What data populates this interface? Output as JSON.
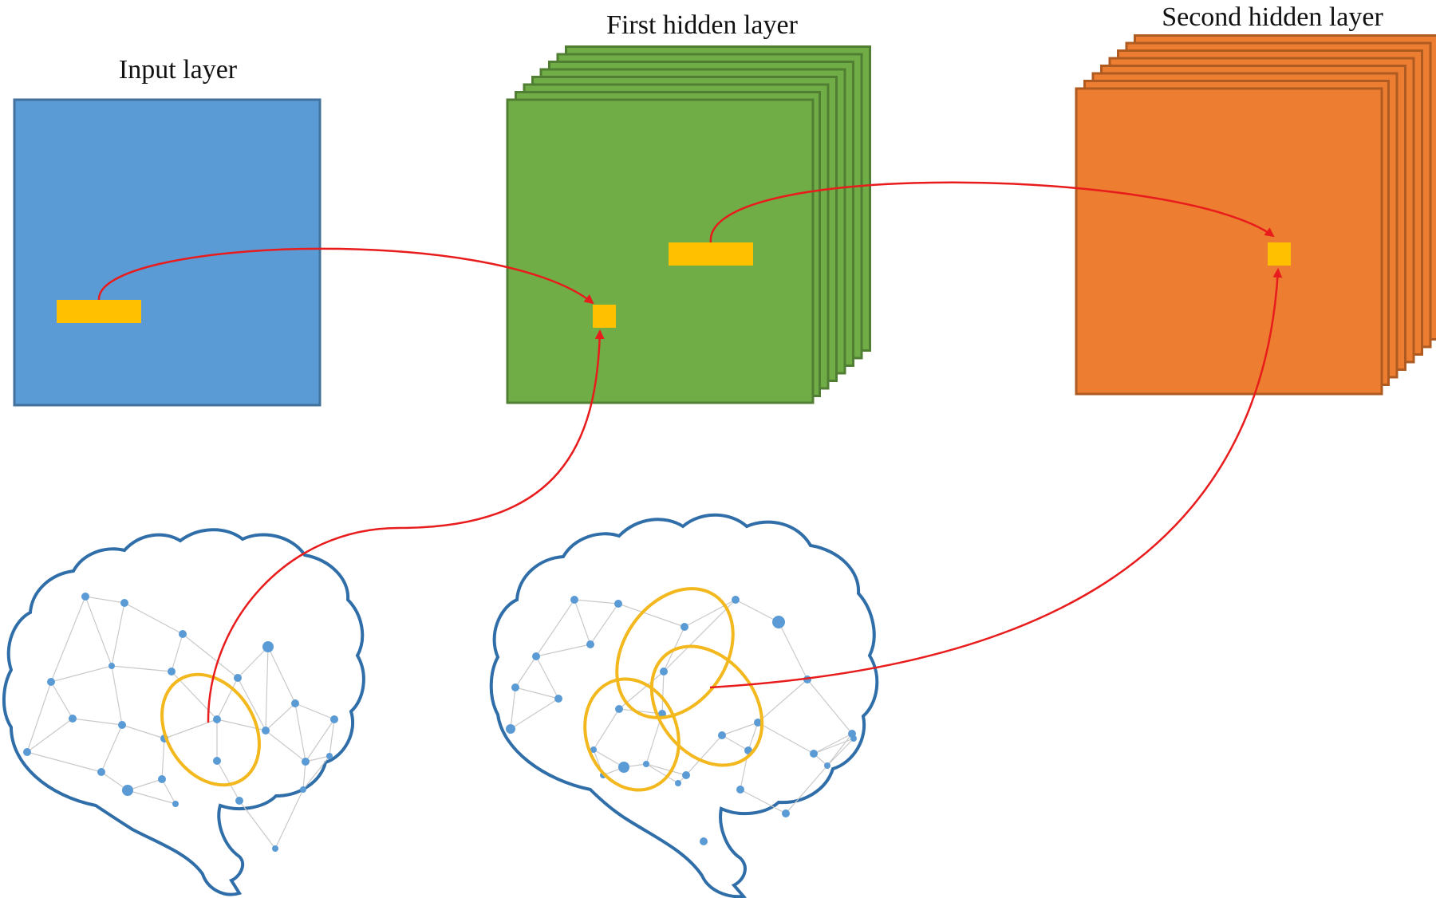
{
  "layers": [
    {
      "id": "input",
      "title": "Input layer",
      "color": "#5b9bd5",
      "border": "#41719c",
      "stack_count": 1
    },
    {
      "id": "hidden1",
      "title": "First hidden layer",
      "color": "#70ad47",
      "border": "#507e32",
      "stack_count": 8
    },
    {
      "id": "hidden2",
      "title": "Second hidden layer",
      "color": "#ed7d31",
      "border": "#ae5a21",
      "stack_count": 8
    }
  ],
  "colors": {
    "receptive_field": "#ffc000",
    "arrow": "#e81c1c",
    "brain_outline": "#2f6ea8",
    "brain_node": "#5b9bd5",
    "brain_mesh": "#c9c9c9",
    "ellipse": "#f2b81e"
  },
  "brains": [
    {
      "id": "brain-left",
      "highlight_count": 1
    },
    {
      "id": "brain-right",
      "highlight_count": 3
    }
  ]
}
